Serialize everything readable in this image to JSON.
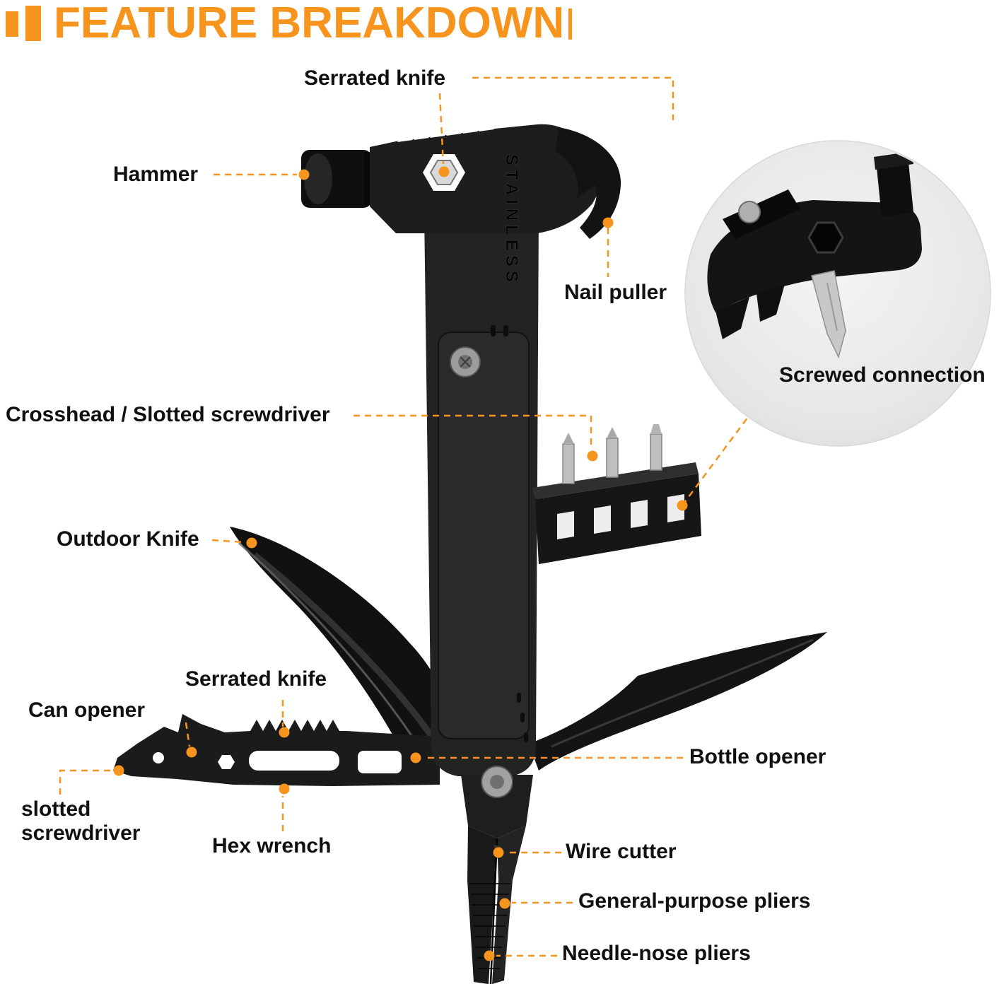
{
  "colors": {
    "accent": "#F7941D",
    "label_text": "#101010",
    "background": "#ffffff",
    "tool_body": "#1b1b1b",
    "inset_background": "#e9e9e9"
  },
  "header": {
    "title": "FEATURE BREAKDOWN"
  },
  "product": {
    "engraving": "STAINLESS"
  },
  "labels": {
    "serrated_knife_top": "Serrated knife",
    "hammer": "Hammer",
    "nail_puller": "Nail puller",
    "screwed_connection": "Screwed connection",
    "crosshead_slotted_screwdriver": "Crosshead / Slotted screwdriver",
    "outdoor_knife": "Outdoor Knife",
    "serrated_knife_bottom": "Serrated knife",
    "can_opener": "Can opener",
    "slotted_screwdriver": "slotted screwdriver",
    "hex_wrench": "Hex wrench",
    "bottle_opener": "Bottle opener",
    "wire_cutter": "Wire cutter",
    "general_purpose_pliers": "General-purpose pliers",
    "needle_nose_pliers": "Needle-nose pliers"
  }
}
